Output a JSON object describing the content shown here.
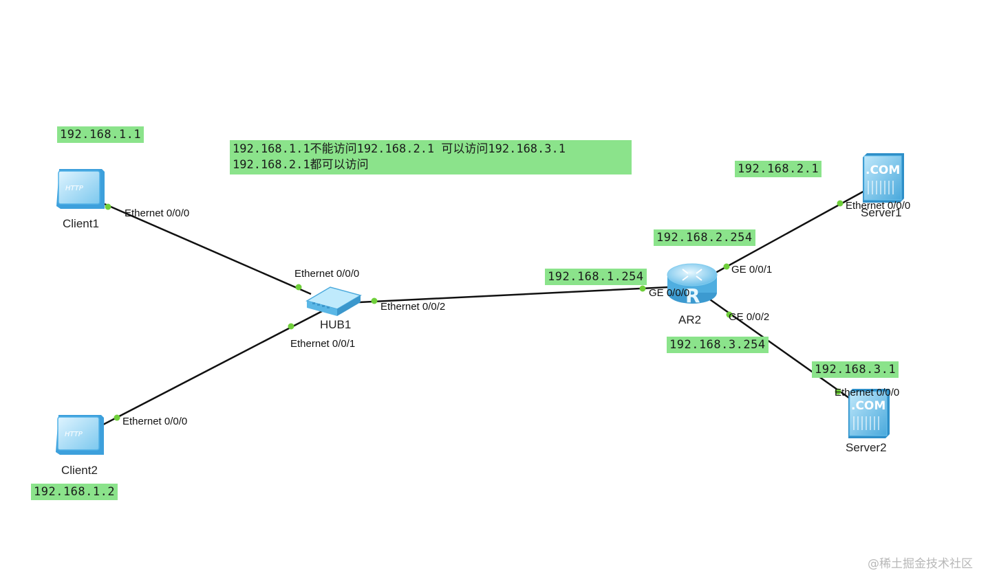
{
  "note": {
    "line1": "192.168.1.1不能访问192.168.2.1 可以访问192.168.3.1",
    "line2": "192.168.2.1都可以访问"
  },
  "devices": {
    "client1": {
      "label": "Client1",
      "ip": "192.168.1.1",
      "port": "Ethernet 0/0/0"
    },
    "client2": {
      "label": "Client2",
      "ip": "192.168.1.2",
      "port": "Ethernet 0/0/0"
    },
    "hub1": {
      "label": "HUB1",
      "port0": "Ethernet 0/0/0",
      "port1": "Ethernet 0/0/1",
      "port2": "Ethernet 0/0/2"
    },
    "ar2": {
      "label": "AR2",
      "ge0": "GE 0/0/0",
      "ge1": "GE 0/0/1",
      "ge2": "GE 0/0/2",
      "ip_ge0": "192.168.1.254",
      "ip_ge1": "192.168.2.254",
      "ip_ge2": "192.168.3.254"
    },
    "server1": {
      "label": "Server1",
      "ip": "192.168.2.1",
      "port": "Ethernet 0/0/0"
    },
    "server2": {
      "label": "Server2",
      "ip": "192.168.3.1",
      "port": "Ethernet 0/0/0"
    }
  },
  "icons": {
    "client_text": "HTTP",
    "server_text": ".COM",
    "router_letter": "R"
  },
  "colors": {
    "ip_label_bg": "#8be38b",
    "link": "#111111",
    "port_dot": "#6fcf3a",
    "device_blue": "#8fd6f5"
  },
  "watermark": "@稀土掘金技术社区"
}
